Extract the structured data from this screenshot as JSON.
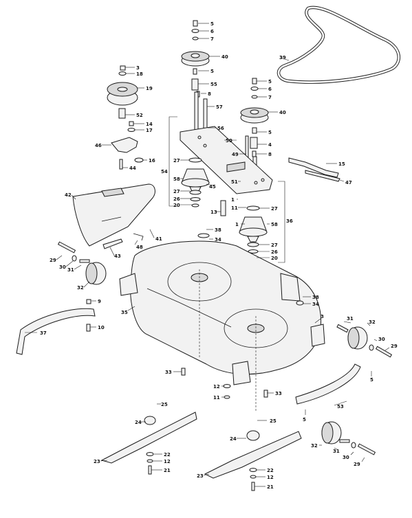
{
  "diagram": {
    "callouts": [
      {
        "id": "c5a",
        "text": "5"
      },
      {
        "id": "c6a",
        "text": "6"
      },
      {
        "id": "c7a",
        "text": "7"
      },
      {
        "id": "c40a",
        "text": "40"
      },
      {
        "id": "c5b",
        "text": "5"
      },
      {
        "id": "c55",
        "text": "55"
      },
      {
        "id": "c8a",
        "text": "8"
      },
      {
        "id": "c57",
        "text": "57"
      },
      {
        "id": "c56",
        "text": "56"
      },
      {
        "id": "c39",
        "text": "39"
      },
      {
        "id": "c5c",
        "text": "5"
      },
      {
        "id": "c6b",
        "text": "6"
      },
      {
        "id": "c7b",
        "text": "7"
      },
      {
        "id": "c40b",
        "text": "40"
      },
      {
        "id": "c5d",
        "text": "5"
      },
      {
        "id": "c4",
        "text": "4"
      },
      {
        "id": "c8b",
        "text": "8"
      },
      {
        "id": "c50",
        "text": "50"
      },
      {
        "id": "c49",
        "text": "49"
      },
      {
        "id": "c3a",
        "text": "3"
      },
      {
        "id": "c18",
        "text": "18"
      },
      {
        "id": "c19",
        "text": "19"
      },
      {
        "id": "c52",
        "text": "52"
      },
      {
        "id": "c14",
        "text": "14"
      },
      {
        "id": "c17",
        "text": "17"
      },
      {
        "id": "c46",
        "text": "46"
      },
      {
        "id": "c16",
        "text": "16"
      },
      {
        "id": "c44",
        "text": "44"
      },
      {
        "id": "c54",
        "text": "54"
      },
      {
        "id": "c27a",
        "text": "27"
      },
      {
        "id": "c58a",
        "text": "58"
      },
      {
        "id": "c45",
        "text": "45"
      },
      {
        "id": "c27b",
        "text": "27"
      },
      {
        "id": "c26a",
        "text": "26"
      },
      {
        "id": "c20a",
        "text": "20"
      },
      {
        "id": "c51",
        "text": "51"
      },
      {
        "id": "c1a",
        "text": "1"
      },
      {
        "id": "c11a",
        "text": "11"
      },
      {
        "id": "c27c",
        "text": "27"
      },
      {
        "id": "c15",
        "text": "15"
      },
      {
        "id": "c47",
        "text": "47"
      },
      {
        "id": "c42",
        "text": "42"
      },
      {
        "id": "c13",
        "text": "13"
      },
      {
        "id": "c36",
        "text": "36"
      },
      {
        "id": "c1b",
        "text": "1"
      },
      {
        "id": "c58b",
        "text": "58"
      },
      {
        "id": "c38a",
        "text": "38"
      },
      {
        "id": "c34a",
        "text": "34"
      },
      {
        "id": "c27d",
        "text": "27"
      },
      {
        "id": "c26b",
        "text": "26"
      },
      {
        "id": "c20b",
        "text": "20"
      },
      {
        "id": "c41",
        "text": "41"
      },
      {
        "id": "c48",
        "text": "48"
      },
      {
        "id": "c29a",
        "text": "29"
      },
      {
        "id": "c30a",
        "text": "30"
      },
      {
        "id": "c31a",
        "text": "31"
      },
      {
        "id": "c43",
        "text": "43"
      },
      {
        "id": "c32a",
        "text": "32"
      },
      {
        "id": "c9",
        "text": "9"
      },
      {
        "id": "c10",
        "text": "10"
      },
      {
        "id": "c35",
        "text": "35"
      },
      {
        "id": "c38b",
        "text": "38"
      },
      {
        "id": "c34b",
        "text": "34"
      },
      {
        "id": "c37",
        "text": "37"
      },
      {
        "id": "c3b",
        "text": "3"
      },
      {
        "id": "c31b",
        "text": "31"
      },
      {
        "id": "c32b",
        "text": "32"
      },
      {
        "id": "c30b",
        "text": "30"
      },
      {
        "id": "c29b",
        "text": "29"
      },
      {
        "id": "c33a",
        "text": "33"
      },
      {
        "id": "c5e",
        "text": "5"
      },
      {
        "id": "c12a",
        "text": "12"
      },
      {
        "id": "c11b",
        "text": "11"
      },
      {
        "id": "c33b",
        "text": "33"
      },
      {
        "id": "c53",
        "text": "53"
      },
      {
        "id": "c5f",
        "text": "5"
      },
      {
        "id": "c25a",
        "text": "25"
      },
      {
        "id": "c24a",
        "text": "24"
      },
      {
        "id": "c25b",
        "text": "25"
      },
      {
        "id": "c24b",
        "text": "24"
      },
      {
        "id": "c32c",
        "text": "32"
      },
      {
        "id": "c22a",
        "text": "22"
      },
      {
        "id": "c23a",
        "text": "23"
      },
      {
        "id": "c12b",
        "text": "12"
      },
      {
        "id": "c21a",
        "text": "21"
      },
      {
        "id": "c31c",
        "text": "31"
      },
      {
        "id": "c30c",
        "text": "30"
      },
      {
        "id": "c29c",
        "text": "29"
      },
      {
        "id": "c22b",
        "text": "22"
      },
      {
        "id": "c23b",
        "text": "23"
      },
      {
        "id": "c12c",
        "text": "12"
      },
      {
        "id": "c21b",
        "text": "21"
      }
    ]
  }
}
